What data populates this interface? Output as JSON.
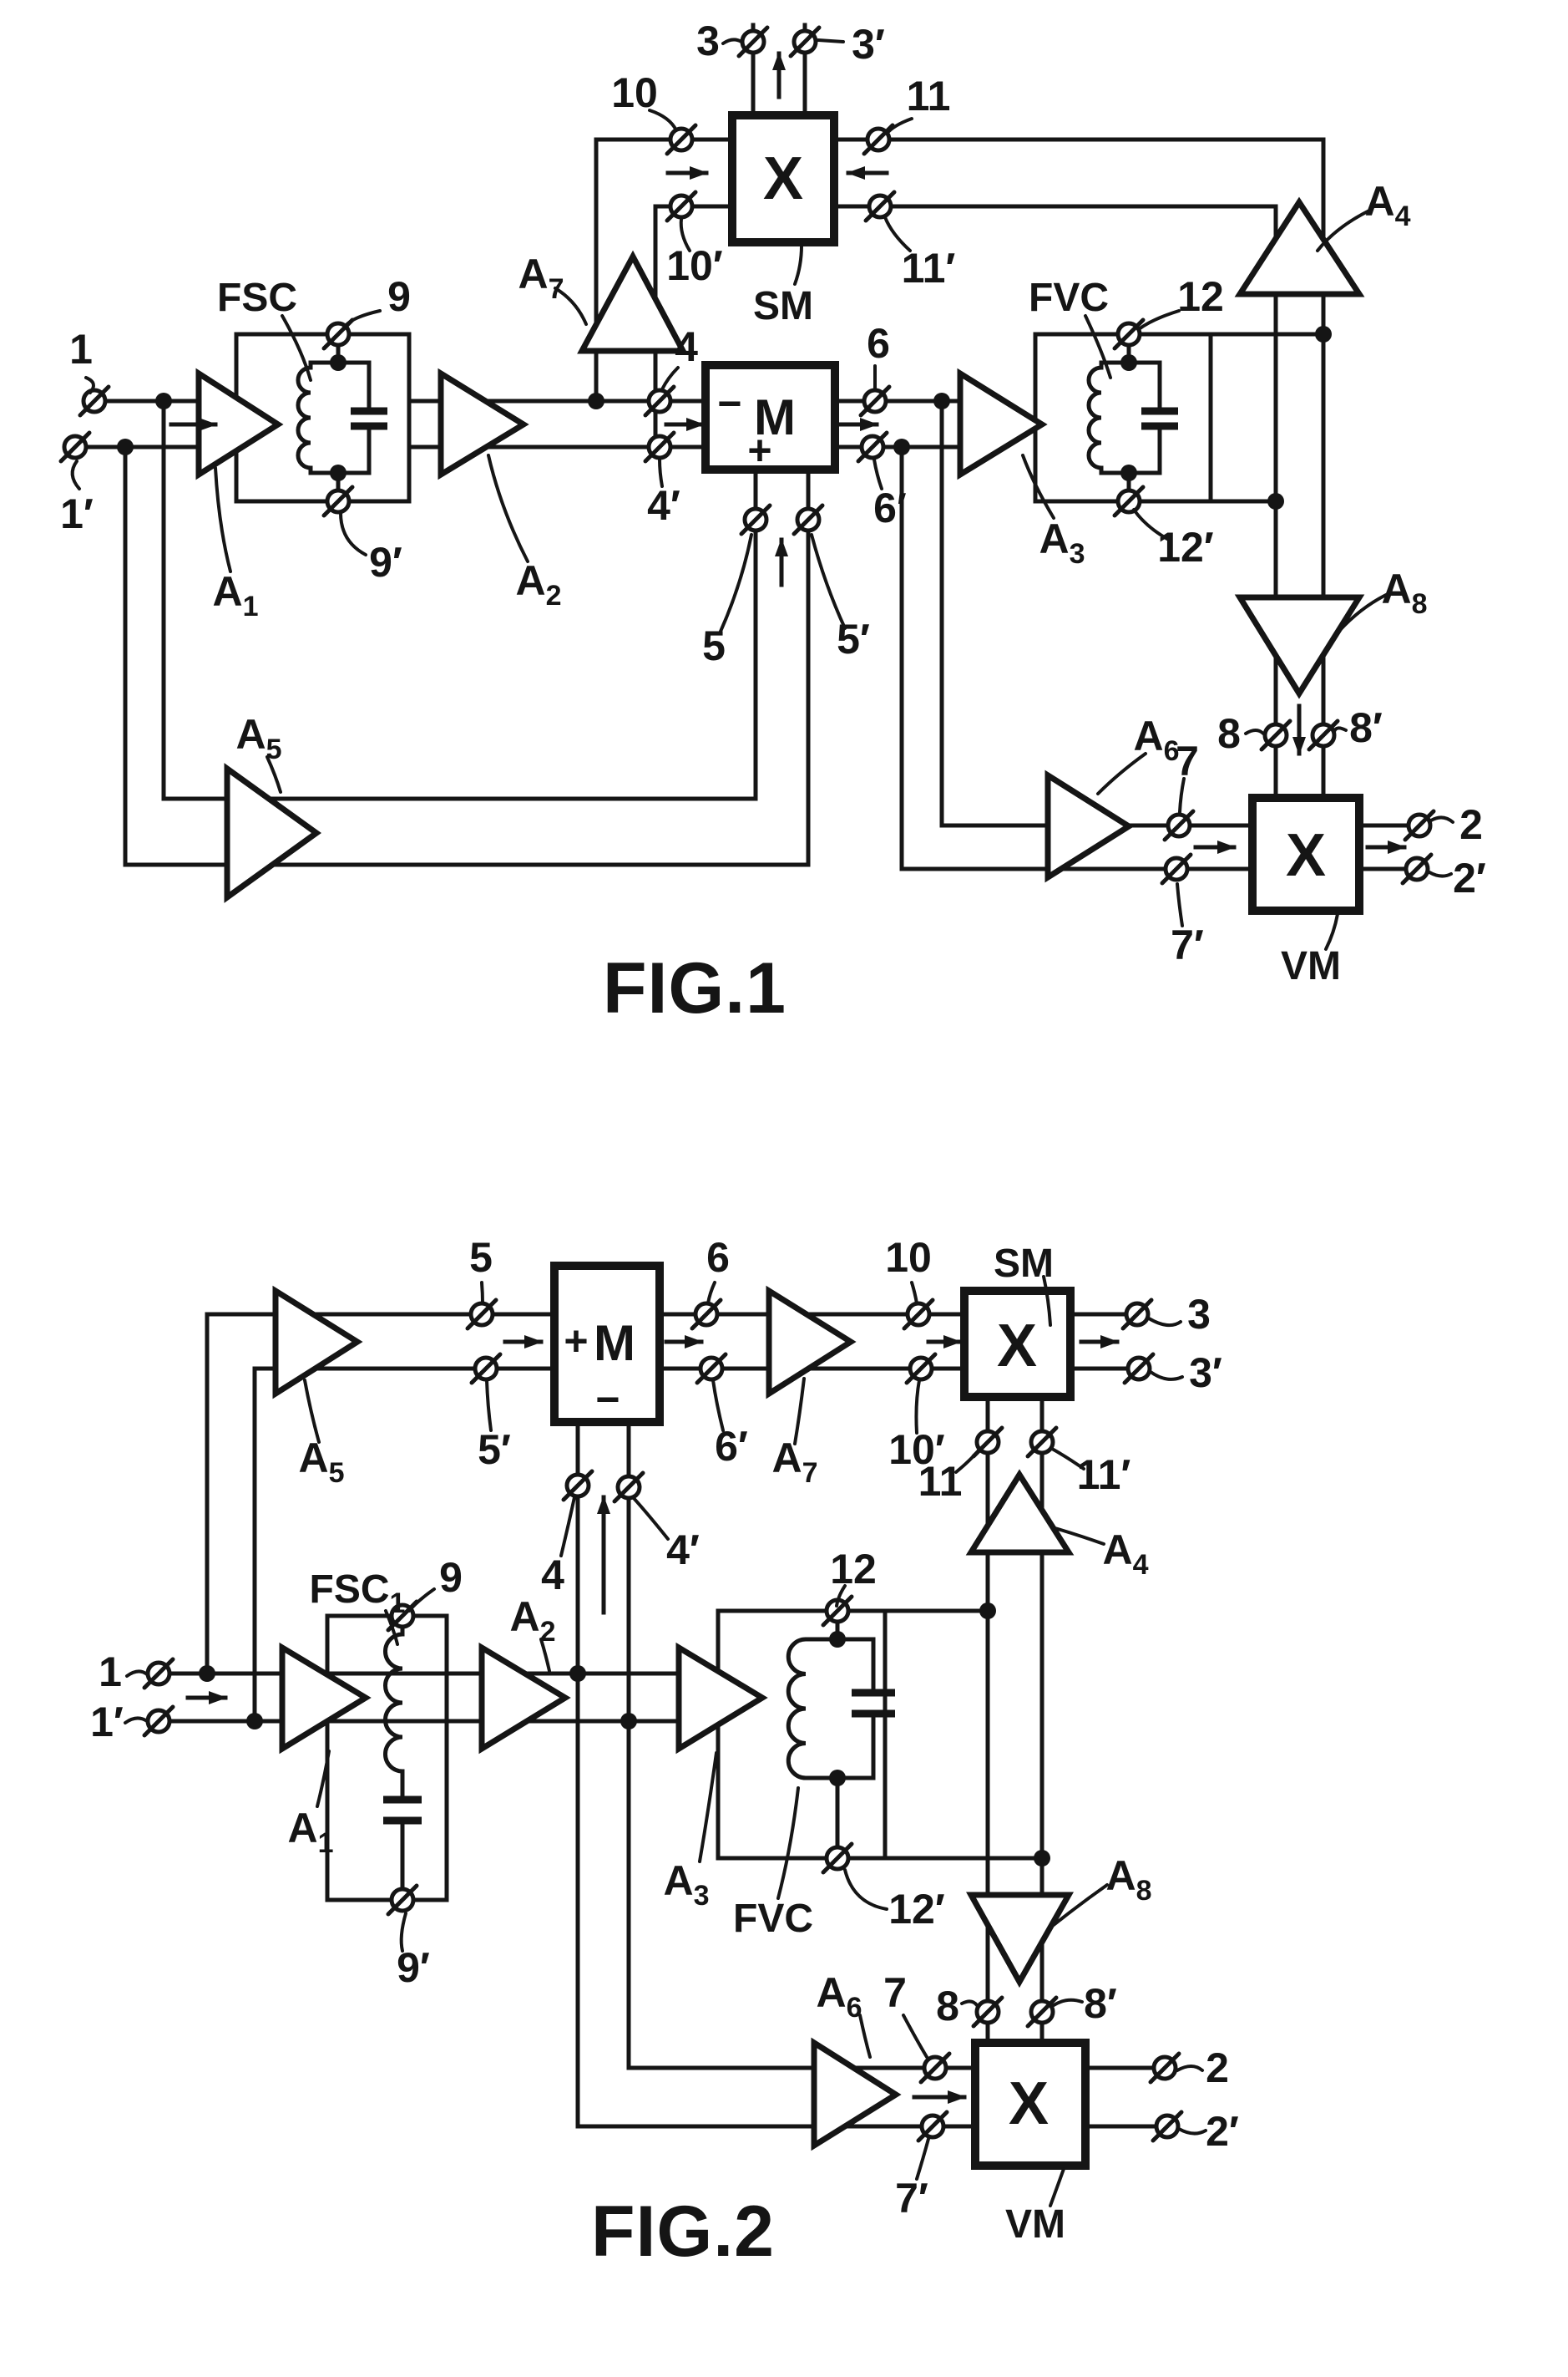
{
  "page": {
    "background": "#ffffff",
    "ink": "#151515"
  },
  "terminals": {
    "t1": "1",
    "t1p": "1′",
    "t2": "2",
    "t2p": "2′",
    "t3": "3",
    "t3p": "3′",
    "t4": "4",
    "t4p": "4′",
    "t5": "5",
    "t5p": "5′",
    "t6": "6",
    "t6p": "6′",
    "t7": "7",
    "t7p": "7′",
    "t8": "8",
    "t8p": "8′",
    "t9": "9",
    "t9p": "9′",
    "t10": "10",
    "t10p": "10′",
    "t11": "11",
    "t11p": "11′",
    "t12": "12",
    "t12p": "12′"
  },
  "amplifiers": {
    "a1": {
      "base": "A",
      "sub": "1"
    },
    "a2": {
      "base": "A",
      "sub": "2"
    },
    "a3": {
      "base": "A",
      "sub": "3"
    },
    "a4": {
      "base": "A",
      "sub": "4"
    },
    "a5": {
      "base": "A",
      "sub": "5"
    },
    "a6": {
      "base": "A",
      "sub": "6"
    },
    "a7": {
      "base": "A",
      "sub": "7"
    },
    "a8": {
      "base": "A",
      "sub": "8"
    }
  },
  "blocks": {
    "fsc": "FSC",
    "fvc": "FVC",
    "sum_multiplier": "SM",
    "output_multiplier": "VM",
    "mixer": "M",
    "multiply_sign": "X",
    "plus": "+",
    "minus": "−"
  },
  "figures": {
    "fig1": {
      "caption": "FIG.1",
      "filter1_sub": ""
    },
    "fig2": {
      "caption": "FIG.2",
      "filter1_sub": "1"
    }
  }
}
